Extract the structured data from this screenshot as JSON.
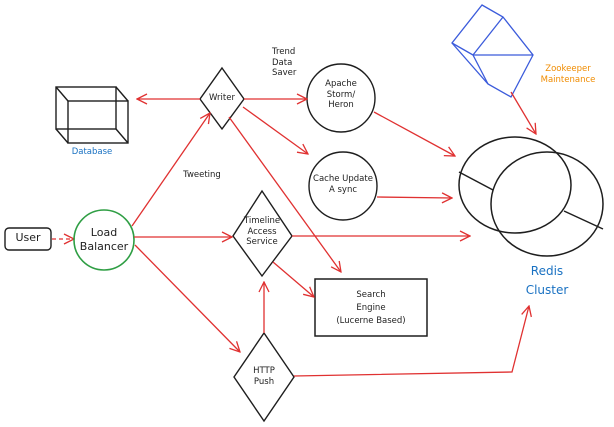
{
  "colors": {
    "stroke": "#1e1e1e",
    "arrow": "#e03131",
    "load_balancer": "#2f9e44",
    "database_label": "#1971c2",
    "zookeeper_box": "#3b5bdb",
    "zookeeper_label": "#f08c00",
    "redis_label": "#1971c2"
  },
  "nodes": {
    "user": "User",
    "load_balancer": "Load\nBalancer",
    "writer": "Writer",
    "database": "Database",
    "timeline": "Timeline\nAccess\nService",
    "http_push": "HTTP\nPush",
    "apache_storm": "Apache\nStorm/\nHeron",
    "cache_update": "Cache Update\nA sync",
    "search_engine": "Search\nEngine\n(Lucerne Based)",
    "zookeeper": "Zookeeper\nMaintenance",
    "redis": "Redis\nCluster"
  },
  "edge_labels": {
    "tweeting": "Tweeting",
    "trend": "Trend\nData\nSaver"
  }
}
